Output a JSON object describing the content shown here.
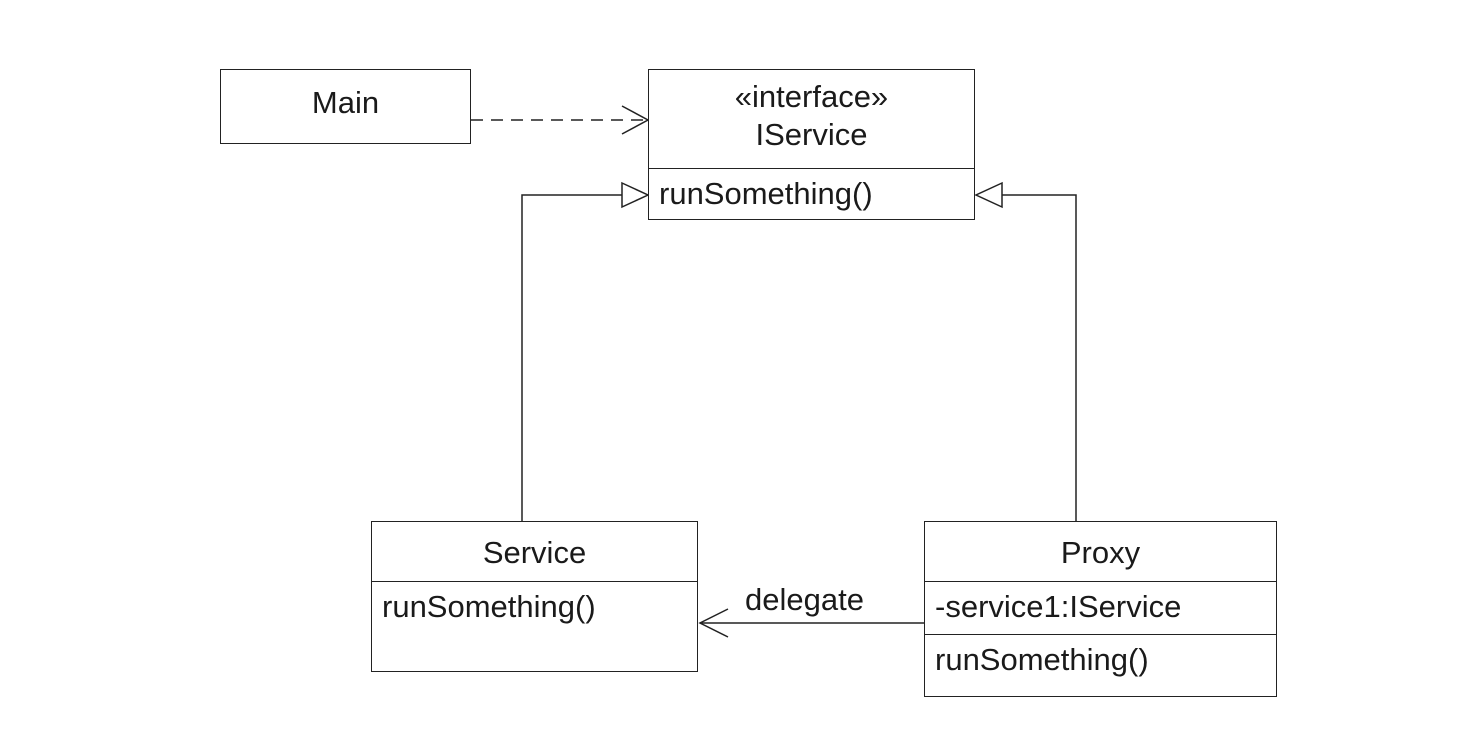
{
  "classes": {
    "main": {
      "name": "Main"
    },
    "iservice": {
      "stereotype": "«interface»",
      "name": "IService",
      "methods": [
        "runSomething()"
      ]
    },
    "service": {
      "name": "Service",
      "methods": [
        "runSomething()"
      ]
    },
    "proxy": {
      "name": "Proxy",
      "attributes": [
        "-service1:IService"
      ],
      "methods": [
        "runSomething()"
      ]
    }
  },
  "relations": {
    "dependency": {
      "from": "Main",
      "to": "IService",
      "kind": "dependency"
    },
    "service_realization": {
      "from": "Service",
      "to": "IService",
      "kind": "realization"
    },
    "proxy_realization": {
      "from": "Proxy",
      "to": "IService",
      "kind": "realization"
    },
    "delegation": {
      "from": "Proxy",
      "to": "Service",
      "kind": "association",
      "label": "delegate"
    }
  },
  "colors": {
    "line": "#222222",
    "background": "#ffffff"
  }
}
